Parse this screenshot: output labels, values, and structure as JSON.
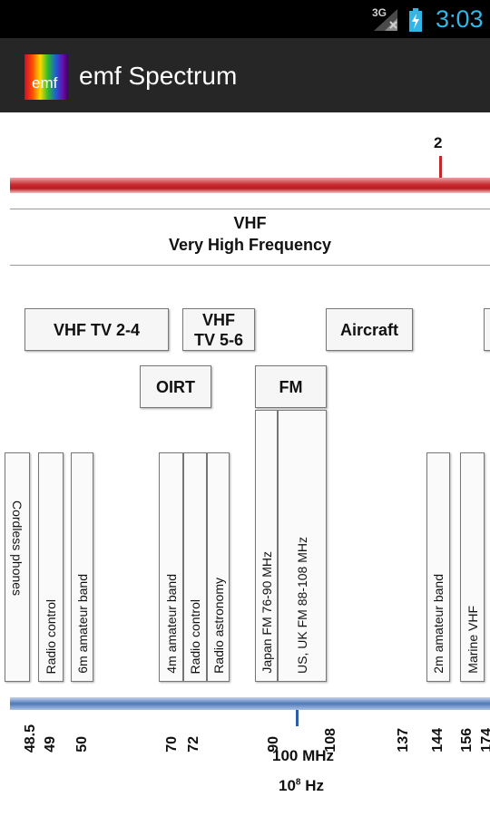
{
  "status_bar": {
    "network": "3G",
    "time": "3:03"
  },
  "app": {
    "logo_text": "emf",
    "title": "emf Spectrum"
  },
  "spectrum": {
    "top_marker": "2",
    "band": {
      "name": "VHF",
      "full_name": "Very High Frequency"
    },
    "service_boxes": [
      {
        "id": "vhf-tv-2-4",
        "label": "VHF TV 2-4"
      },
      {
        "id": "vhf-tv-5-6",
        "line1": "VHF",
        "line2": "TV 5-6"
      },
      {
        "id": "aircraft",
        "label": "Aircraft"
      },
      {
        "id": "oirt",
        "label": "OIRT"
      },
      {
        "id": "fm",
        "label": "FM"
      }
    ],
    "vertical_bands": [
      "Cordless phones",
      "Radio control",
      "6m amateur band",
      "4m amateur band",
      "Radio control",
      "Radio astronomy",
      "Japan FM 76-90 MHz",
      "US, UK FM 88-108 MHz",
      "2m amateur band",
      "Marine VHF"
    ],
    "ticks": [
      "48.5",
      "49",
      "50",
      "70",
      "72",
      "90",
      "108",
      "137",
      "144",
      "156",
      "174"
    ],
    "unit": {
      "main": "100 MHz",
      "hz_base": "10",
      "hz_exp": "8",
      "hz_unit": "Hz"
    }
  },
  "colors": {
    "accent": "#33b5e5",
    "red_bar": "#c82a2f",
    "blue_bar": "#4f78b8"
  }
}
